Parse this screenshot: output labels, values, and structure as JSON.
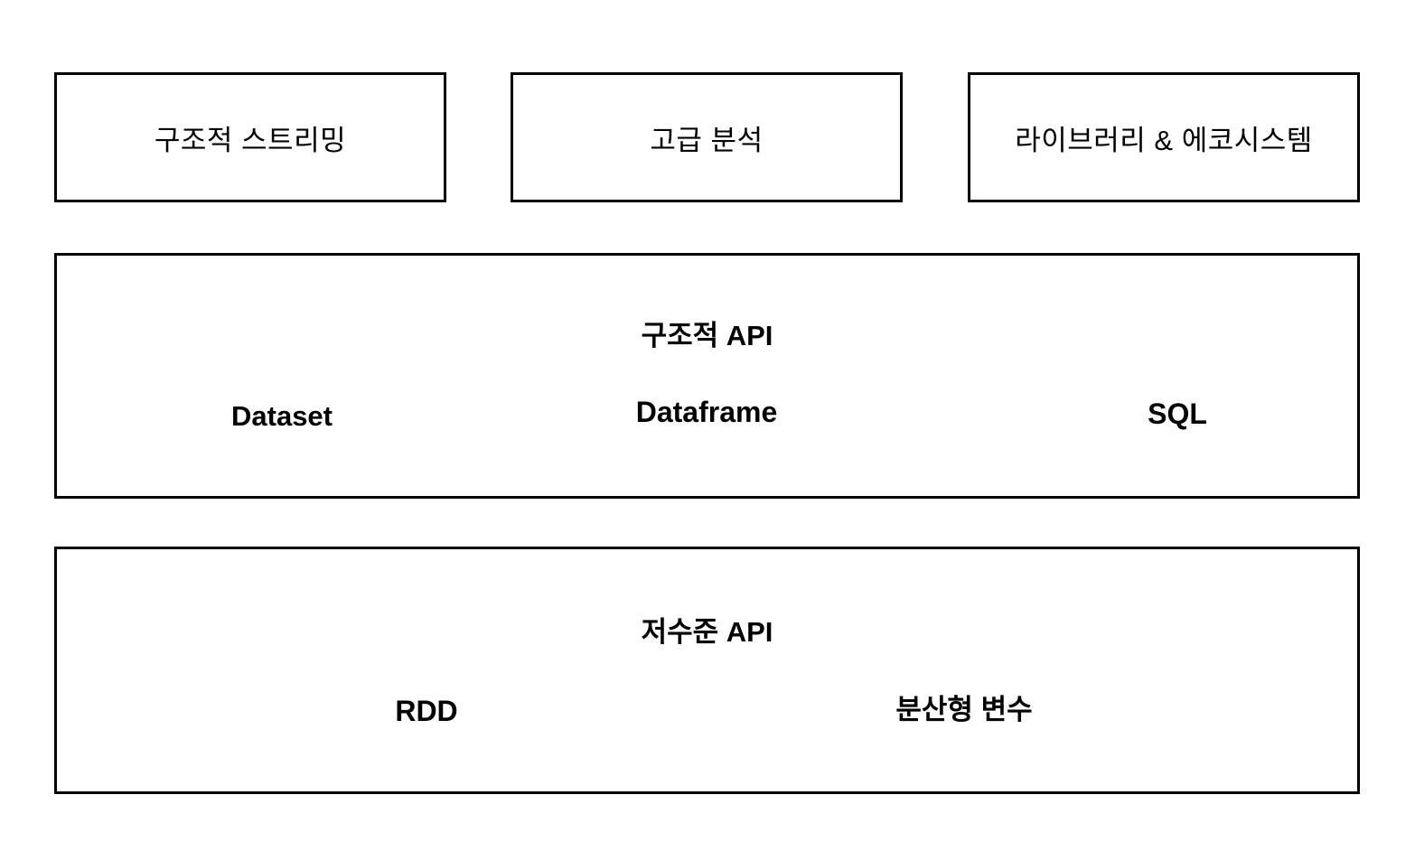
{
  "colors": {
    "background": "#ffffff",
    "border": "#000000",
    "text": "#000000"
  },
  "top_row": {
    "boxes": [
      {
        "label": "구조적 스트리밍"
      },
      {
        "label": "고급 분석"
      },
      {
        "label": "라이브러리 & 에코시스템"
      }
    ]
  },
  "structured_api": {
    "title": "구조적 API",
    "items": [
      {
        "label": "Dataset"
      },
      {
        "label": "Dataframe"
      },
      {
        "label": "SQL"
      }
    ]
  },
  "low_level_api": {
    "title": "저수준 API",
    "items": [
      {
        "label": "RDD"
      },
      {
        "label": "분산형 변수"
      }
    ]
  }
}
